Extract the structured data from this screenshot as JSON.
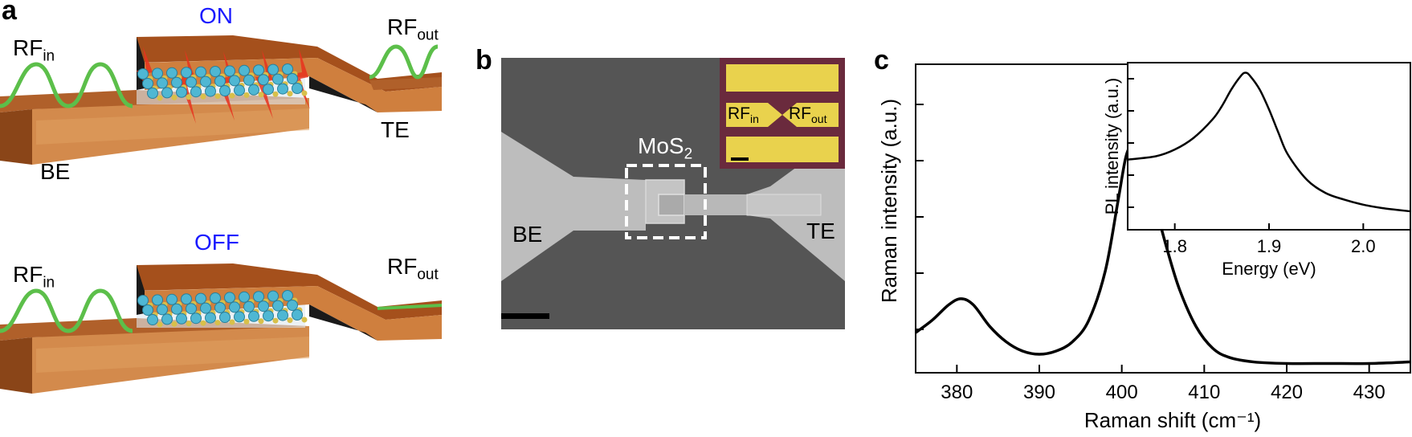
{
  "panel_a": {
    "letter": "a",
    "top": {
      "state": "ON",
      "rf_in": "RF",
      "rf_in_sub": "in",
      "rf_out": "RF",
      "rf_out_sub": "out",
      "te": "TE",
      "be": "BE"
    },
    "bottom": {
      "state": "OFF",
      "rf_in": "RF",
      "rf_in_sub": "in",
      "rf_out": "RF",
      "rf_out_sub": "out"
    },
    "colors": {
      "electrode": "#c8783a",
      "electrode_dark": "#7a3c12",
      "wave": "#5cbf4a",
      "mos2_atom": "#4fb7d3",
      "sulfur_atom": "#d8c04a",
      "spark": "#e8321e",
      "state_text": "#1a1aff"
    }
  },
  "panel_b": {
    "letter": "b",
    "mos2_label": "MoS",
    "mos2_sub": "2",
    "be": "BE",
    "te": "TE",
    "inset": {
      "rf_in": "RF",
      "rf_in_sub": "in",
      "rf_out": "RF",
      "rf_out_sub": "out",
      "gold": "#e9d24d",
      "substrate": "#6a2a3d"
    },
    "colors": {
      "sem_bg": "#555555",
      "electrode": "#bdbdbd"
    }
  },
  "panel_c": {
    "letter": "c",
    "chart_data": [
      {
        "type": "line",
        "xlabel": "Raman shift (cm⁻¹)",
        "ylabel": "Raman intensity (a.u.)",
        "xlim": [
          375,
          435
        ],
        "xticks": [
          380,
          390,
          400,
          410,
          420,
          430
        ],
        "ylim": [
          0,
          1
        ],
        "grid": false,
        "series": [
          {
            "x": [
              375,
              377,
              379,
              380.5,
              382,
              384,
              386,
              388,
              390,
              392,
              394,
              396,
              398,
              399.5,
              400.5,
              401.3,
              402,
              403,
              404,
              405.5,
              407,
              409,
              411,
              413,
              416,
              420,
              425,
              430,
              435
            ],
            "y": [
              0.13,
              0.17,
              0.22,
              0.24,
              0.22,
              0.15,
              0.1,
              0.07,
              0.06,
              0.07,
              0.1,
              0.17,
              0.33,
              0.55,
              0.7,
              0.74,
              0.73,
              0.66,
              0.55,
              0.4,
              0.27,
              0.15,
              0.08,
              0.05,
              0.035,
              0.03,
              0.03,
              0.03,
              0.035
            ]
          }
        ]
      },
      {
        "type": "line",
        "xlabel": "Energy (eV)",
        "ylabel": "PL intensity (a.u.)",
        "xlim": [
          1.75,
          2.05
        ],
        "xticks": [
          1.8,
          1.9,
          2.0
        ],
        "ylim": [
          0,
          1
        ],
        "grid": false,
        "series": [
          {
            "x": [
              1.75,
              1.78,
              1.8,
              1.82,
              1.84,
              1.85,
              1.86,
              1.87,
              1.875,
              1.88,
              1.89,
              1.9,
              1.91,
              1.92,
              1.94,
              1.96,
              1.98,
              2.0,
              2.02,
              2.05
            ],
            "y": [
              0.42,
              0.44,
              0.48,
              0.55,
              0.66,
              0.74,
              0.84,
              0.92,
              0.94,
              0.92,
              0.84,
              0.72,
              0.58,
              0.45,
              0.3,
              0.22,
              0.18,
              0.15,
              0.13,
              0.11
            ]
          }
        ]
      }
    ]
  }
}
